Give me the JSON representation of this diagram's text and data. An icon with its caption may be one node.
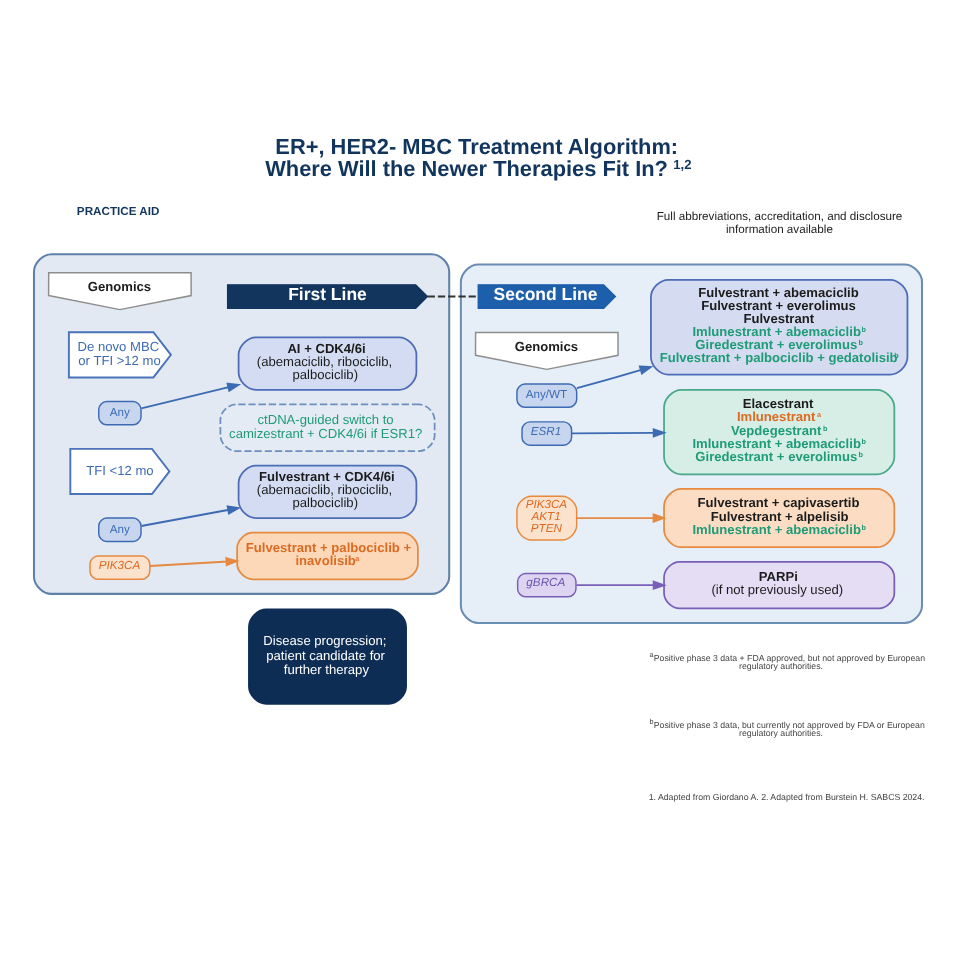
{
  "diagram": {
    "title": "ER+, HER2- MBC Treatment Algorithm: Where Will the Newer Therapies Fit In?$^{1,2}$",
    "nodes": [
      {
        "text": [],
        "shape": "box"
      },
      {
        "text": [
          "First Line"
        ],
        "in": 0
      },
      {
        "text": [
          "Genomics"
        ],
        "in": 0
      },
      {
        "text": [
          "De novo MBC or TFI >12 mo"
        ],
        "in": 0
      },
      {
        "text": [
          "Any"
        ],
        "in": 0
      },
      {
        "text": [
          "AI + CDK4/6i",
          "(abemaciclib, ribociclib, palbociclib)"
        ],
        "in": 0
      },
      {
        "text": [
          "ctDNA-guided switch to camizestrant + CDK4/6i if ESR1?"
        ],
        "in": 0
      },
      {
        "text": [
          "TFI <12 mo"
        ],
        "in": 0
      },
      {
        "text": [
          "Any"
        ],
        "in": 0
      },
      {
        "text": [
          "Fulvestrant + CDK4/6i",
          "(abemaciclib, ribociclib, palbociclib)"
        ],
        "in": 0
      },
      {
        "text": [
          "PIK3CA"
        ],
        "in": 0
      },
      {
        "text": [
          "Fulvestrant + palbociclib + inavolisib$^{a}$"
        ],
        "in": 0
      },
      {
        "text": [
          "Disease progression; patient candidate for further therapy"
        ]
      },
      {
        "text": [],
        "shape": "box"
      },
      {
        "text": [
          "Second Line"
        ],
        "in": 13
      },
      {
        "text": [
          "Genomics"
        ],
        "in": 13
      },
      {
        "text": [
          "Any/WT"
        ],
        "in": 13
      },
      {
        "text": [
          "Fulvestrant + abemaciclib",
          "Fulvestrant + everolimus",
          "Fulvestrant",
          "Imlunestrant + abemaciclib$^{b}$",
          "Giredestrant + everolimus$^{b}$",
          "Fulvestrant + palbociclib + gedatolisib$^{b}$"
        ],
        "in": 13
      },
      {
        "text": [
          "ESR1"
        ],
        "in": 13
      },
      {
        "text": [
          "Elacestrant",
          "Imlunestrant$^{a}$",
          "Vepdegestrant$^{b}$",
          "Imlunestrant + abemaciclib$^{b}$",
          "Giredestrant + everolimus$^{b}$"
        ],
        "in": 13
      },
      {
        "text": [
          "PIK3CA",
          "AKT1",
          "PTEN"
        ],
        "in": 13
      },
      {
        "text": [
          "Fulvestrant + capivasertib",
          "Fulvestrant + alpelisib",
          "Imlunestrant + abemaciclib$^{b}$"
        ],
        "in": 13
      },
      {
        "text": [
          "gBRCA"
        ],
        "in": 13
      },
      {
        "text": [
          "PARPi",
          "(if not previously used)"
        ],
        "in": 13
      }
    ],
    "edges": [
      {
        "from": 1,
        "to": 14,
        "arrow": "none",
        "style": "dashed",
        "color": "#333333"
      },
      {
        "from": 4,
        "to": 5,
        "arrow": "to"
      },
      {
        "from": 8,
        "to": 9,
        "arrow": "to"
      },
      {
        "from": 10,
        "to": 11,
        "arrow": "to",
        "color": "#e58a40"
      },
      {
        "from": 16,
        "to": 17,
        "arrow": "to"
      },
      {
        "from": 18,
        "to": 19,
        "arrow": "to"
      },
      {
        "from": 20,
        "to": 21,
        "arrow": "to",
        "color": "#e58a40"
      },
      {
        "from": 22,
        "to": 23,
        "arrow": "to",
        "color": "#7a5fb8"
      }
    ],
    "labels": [
      "PRACTICE AID",
      "Full abbreviations, accreditation, and disclosure information available",
      "$^{a}$Positive phase 3 data + FDA approved, but not approved by European regulatory authorities.",
      "$^{b}$Positive phase 3 data, but currently not approved by FDA or European regulatory authorities.",
      "1. Adapted from Giordano A. 2. Adapted from Burstein H. SABCS 2024."
    ]
  }
}
